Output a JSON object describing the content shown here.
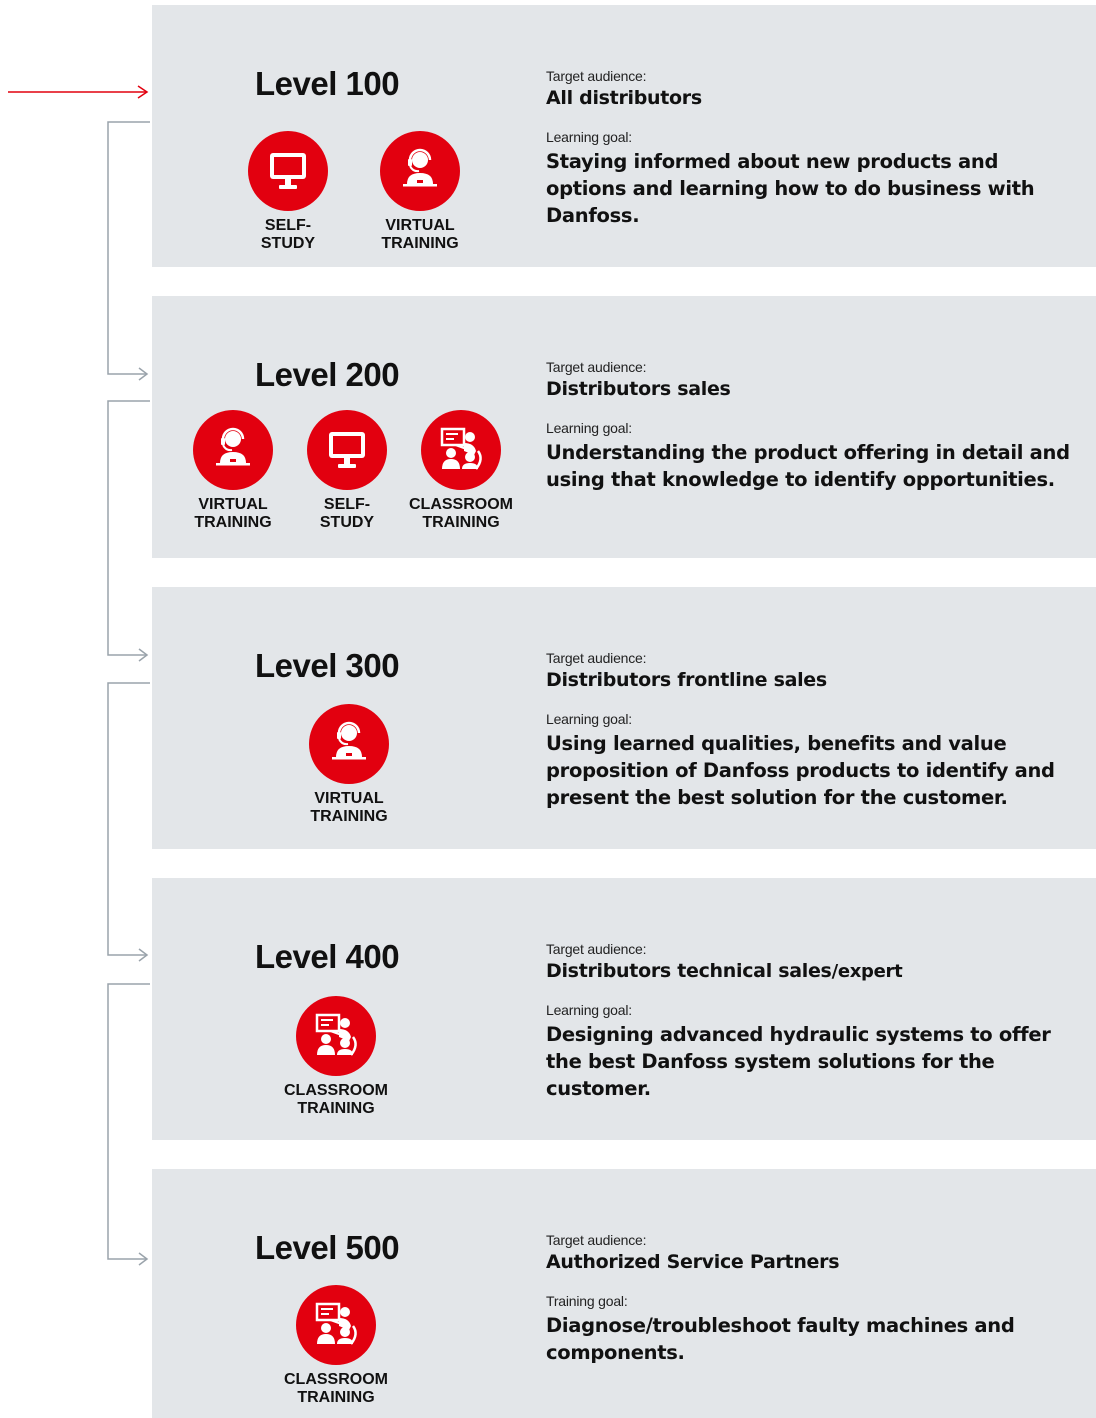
{
  "colors": {
    "accent": "#e2000f",
    "card": "#e3e6e9",
    "connector": "#9aa3ab"
  },
  "levels": [
    {
      "title": "Level 100",
      "audience_label": "Target audience:",
      "audience": "All distributors",
      "audience_extra": "",
      "goal_label": "Learning goal:",
      "goal": "Staying informed about new products and options and learning how to do business with Danfoss.",
      "badges": [
        {
          "icon": "monitor-icon",
          "line1": "SELF-",
          "line2": "STUDY"
        },
        {
          "icon": "headset-icon",
          "line1": "VIRTUAL",
          "line2": "TRAINING"
        }
      ]
    },
    {
      "title": "Level 200",
      "audience_label": "Target audience:",
      "audience": "Distributors sales",
      "audience_extra": "",
      "goal_label": "Learning goal:",
      "goal": "Understanding the product offering in detail and using that knowledge to identify opportunities.",
      "badges": [
        {
          "icon": "headset-icon",
          "line1": "VIRTUAL",
          "line2": "TRAINING"
        },
        {
          "icon": "monitor-icon",
          "line1": "SELF-",
          "line2": "STUDY"
        },
        {
          "icon": "classroom-icon",
          "line1": "CLASSROOM",
          "line2": "TRAINING"
        }
      ]
    },
    {
      "title": "Level 300",
      "audience_label": "Target audience:",
      "audience": "Distributors frontline sales",
      "audience_extra": "",
      "goal_label": "Learning goal:",
      "goal": "Using learned qualities, benefits and value proposition of Danfoss products to identify and present the best solution for the customer.",
      "badges": [
        {
          "icon": "headset-icon",
          "line1": "VIRTUAL",
          "line2": "TRAINING"
        }
      ]
    },
    {
      "title": "Level 400",
      "audience_label": "Target audience:",
      "audience": "Distributors technical sales",
      "audience_extra": "/expert",
      "goal_label": "Learning goal:",
      "goal": "Designing advanced hydraulic systems to offer the best Danfoss system solutions for the customer.",
      "badges": [
        {
          "icon": "classroom-icon",
          "line1": "CLASSROOM",
          "line2": "TRAINING"
        }
      ]
    },
    {
      "title": "Level 500",
      "audience_label": "Target audience:",
      "audience": "Authorized Service Partners",
      "audience_extra": "",
      "goal_label": "Training goal:",
      "goal": "Diagnose/troubleshoot faulty machines and components.",
      "badges": [
        {
          "icon": "classroom-icon",
          "line1": "CLASSROOM",
          "line2": "TRAINING"
        }
      ]
    }
  ]
}
